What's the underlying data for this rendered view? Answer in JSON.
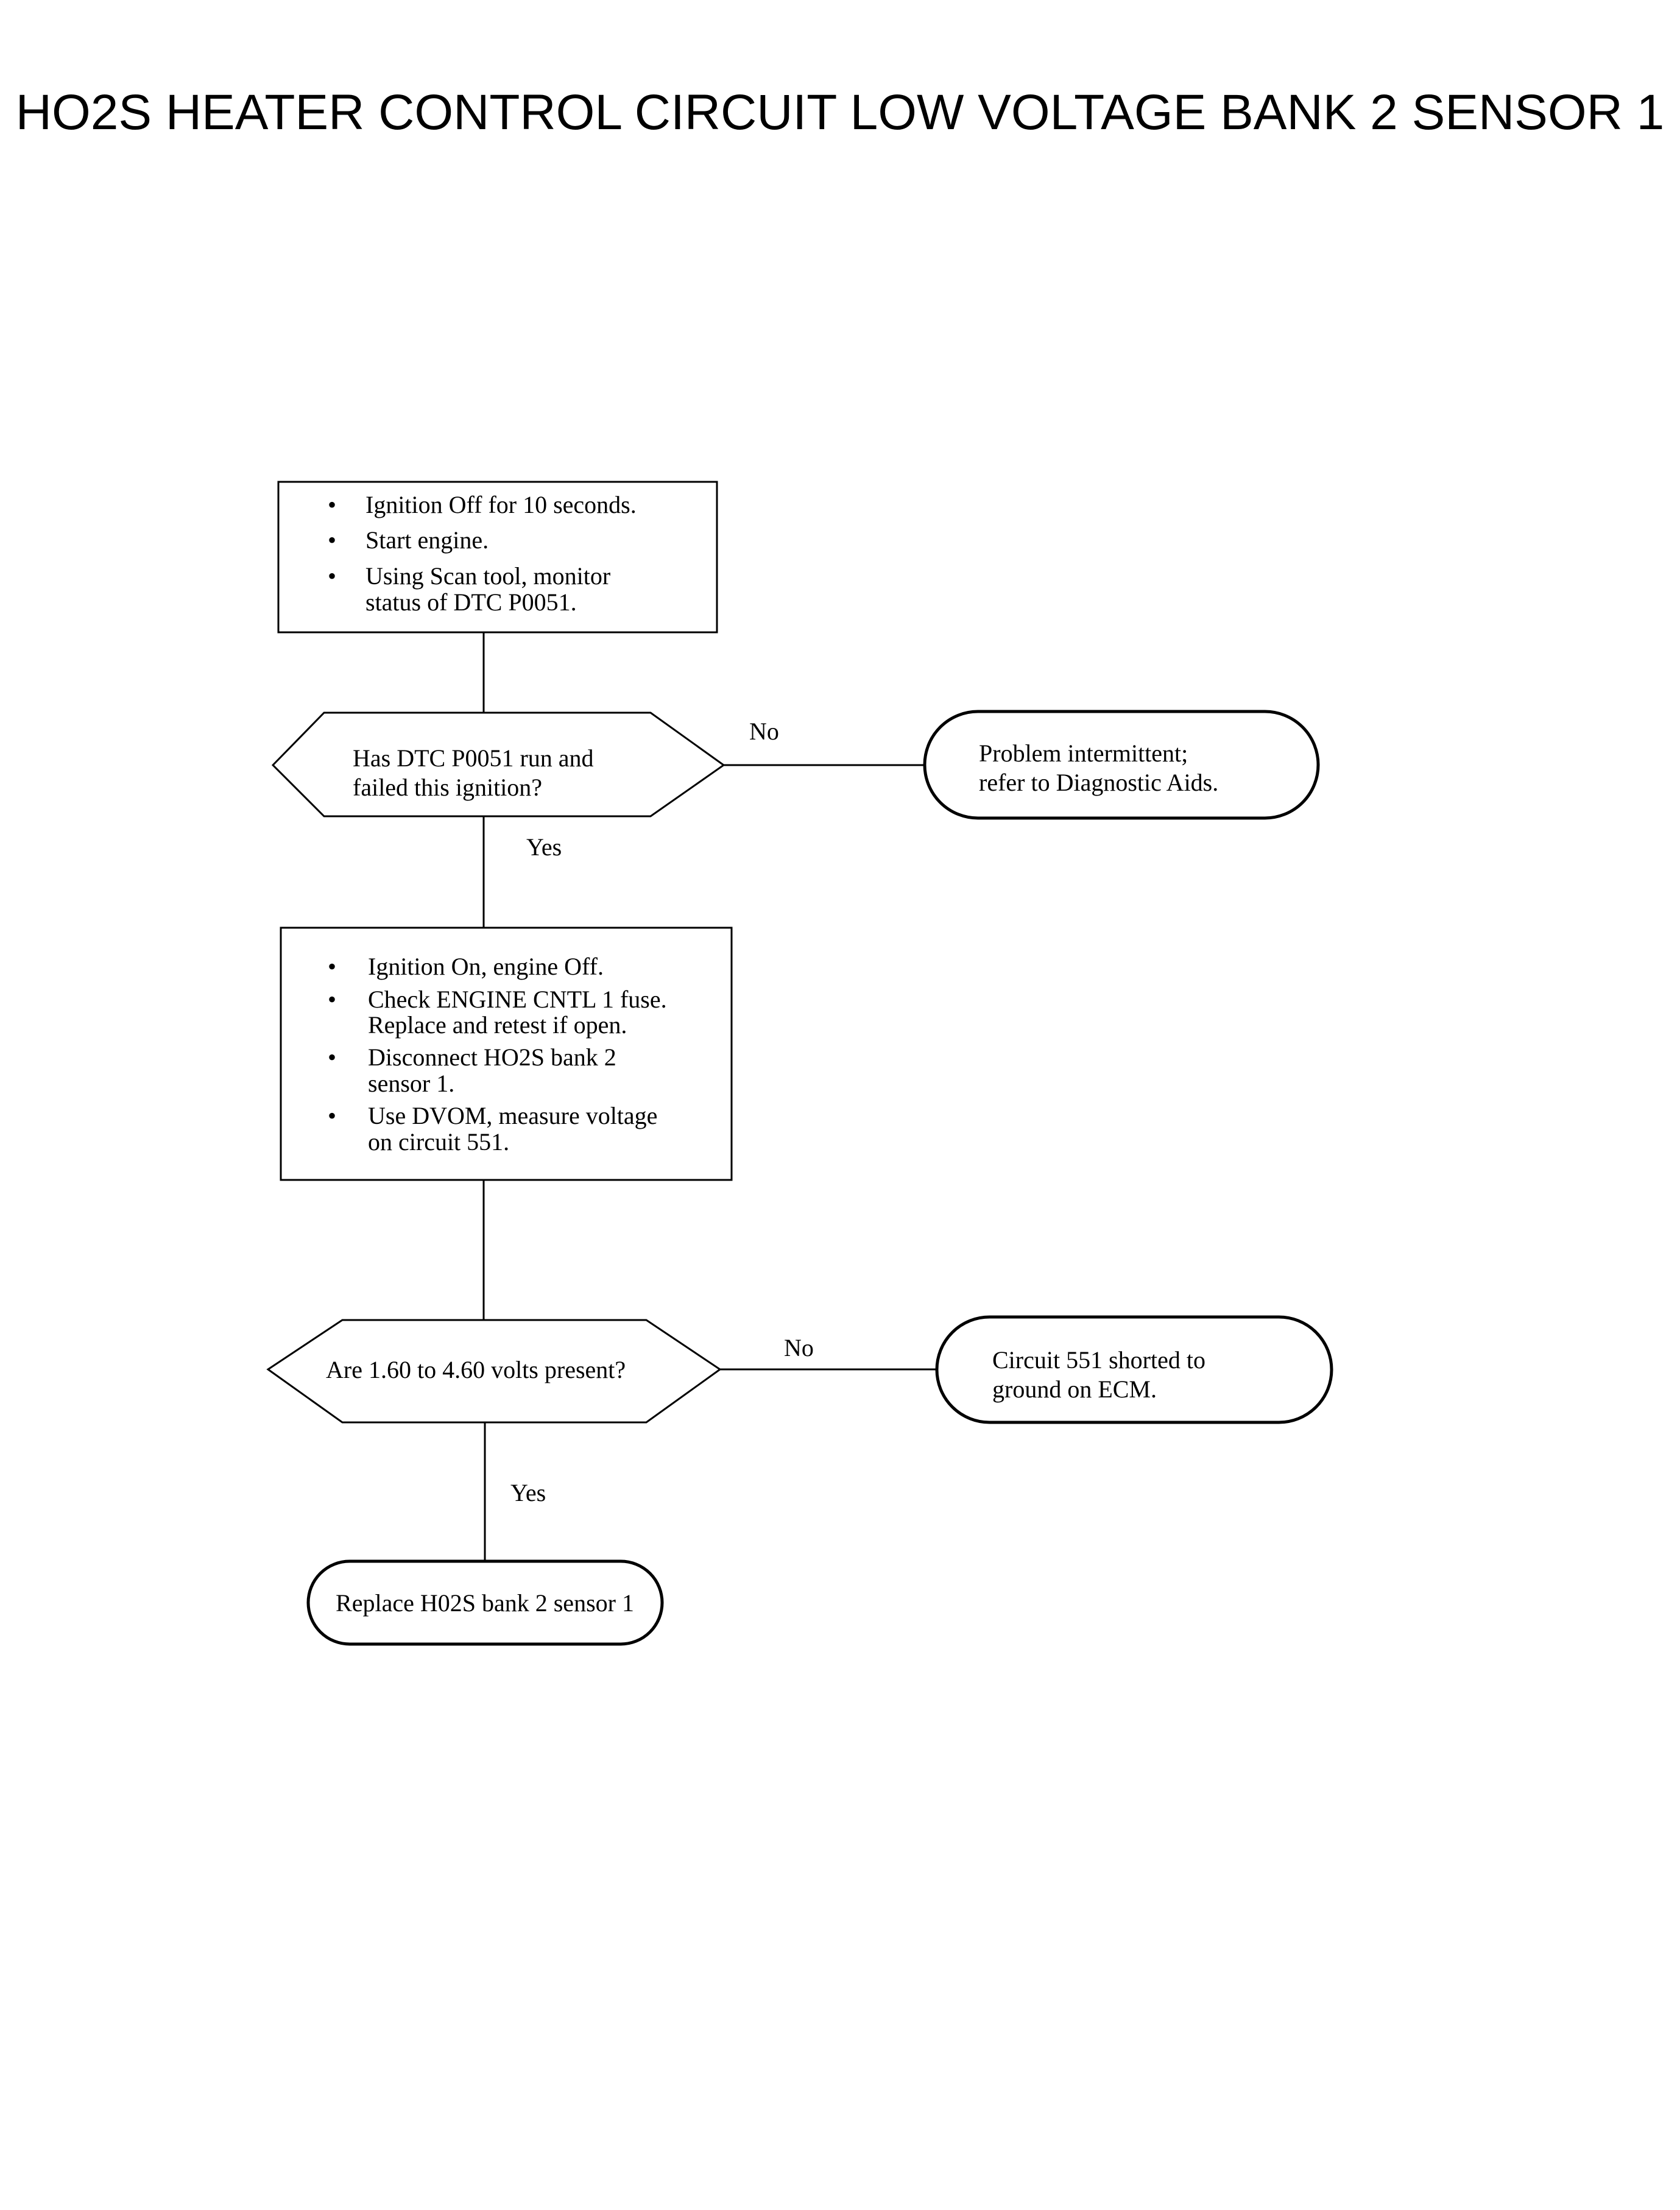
{
  "title": "HO2S HEATER CONTROL CIRCUIT LOW VOLTAGE BANK 2 SENSOR 1",
  "step1": {
    "bullets": [
      [
        "Ignition Off for 10 seconds."
      ],
      [
        "Start engine."
      ],
      [
        "Using Scan tool, monitor",
        "status of DTC P0051."
      ]
    ]
  },
  "decision1": {
    "lines": [
      "Has DTC P0051 run and",
      "failed this ignition?"
    ],
    "no_label": "No",
    "yes_label": "Yes"
  },
  "terminal1": {
    "lines": [
      "Problem intermittent;",
      "refer to Diagnostic Aids."
    ]
  },
  "step2": {
    "bullets": [
      [
        "Ignition On, engine Off."
      ],
      [
        "Check ENGINE CNTL 1 fuse.",
        "Replace and retest if open."
      ],
      [
        "Disconnect HO2S bank 2",
        "sensor 1."
      ],
      [
        "Use DVOM, measure voltage",
        "on circuit 551."
      ]
    ]
  },
  "decision2": {
    "lines": [
      "Are 1.60 to 4.60 volts present?"
    ],
    "no_label": "No",
    "yes_label": "Yes"
  },
  "terminal2": {
    "lines": [
      "Circuit 551 shorted to",
      "ground on ECM."
    ]
  },
  "terminal3": {
    "lines": [
      "Replace H02S bank 2 sensor 1"
    ]
  },
  "bullet_char": "•"
}
